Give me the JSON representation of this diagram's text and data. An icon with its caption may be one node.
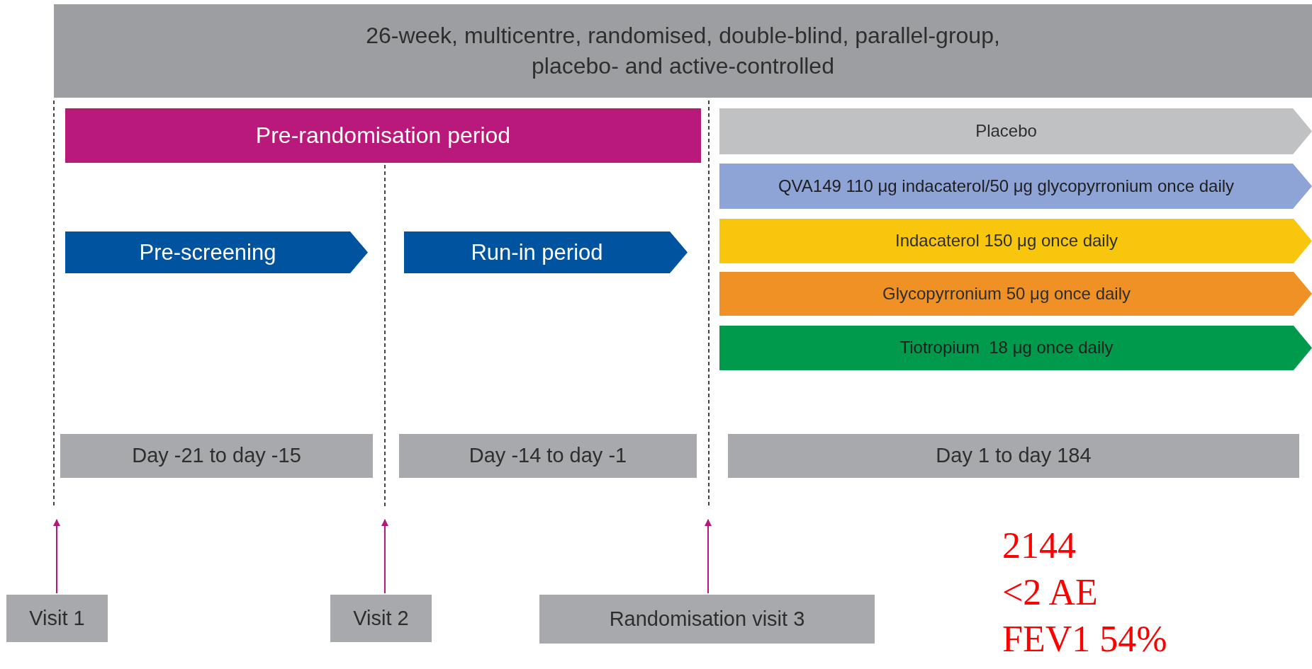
{
  "diagram": {
    "nodes": [
      {
        "text": [
          "26-week, multicentre, randomised, double-blind, parallel-group, placebo- and active-controlled"
        ]
      },
      {
        "text": [
          "Pre-randomisation period"
        ]
      },
      {
        "text": [
          "Pre-screening"
        ]
      },
      {
        "text": [
          "Run-in period"
        ]
      },
      {
        "text": [
          "Placebo"
        ]
      },
      {
        "text": [
          "QVA149 110 μg indacaterol/50 μg glycopyrronium once daily"
        ]
      },
      {
        "text": [
          "Indacaterol 150 μg once daily"
        ]
      },
      {
        "text": [
          "Glycopyrronium 50 μg once daily"
        ]
      },
      {
        "text": [
          "Tiotropium  18 μg once daily"
        ]
      },
      {
        "text": [
          "Day -21 to day -15"
        ]
      },
      {
        "text": [
          "Day -14 to day -1"
        ]
      },
      {
        "text": [
          "Day 1 to day 184"
        ]
      },
      {
        "text": [
          "Visit 1"
        ]
      },
      {
        "text": [
          "Visit 2"
        ]
      },
      {
        "text": [
          "Randomisation visit 3"
        ]
      }
    ],
    "edges": [
      {
        "from": 12,
        "to": null,
        "arrow": "to"
      },
      {
        "from": 13,
        "to": null,
        "arrow": "to"
      },
      {
        "from": 14,
        "to": null,
        "arrow": "to"
      }
    ],
    "labels": [
      "2144",
      "<2 AE",
      "FEV1 54%"
    ]
  }
}
